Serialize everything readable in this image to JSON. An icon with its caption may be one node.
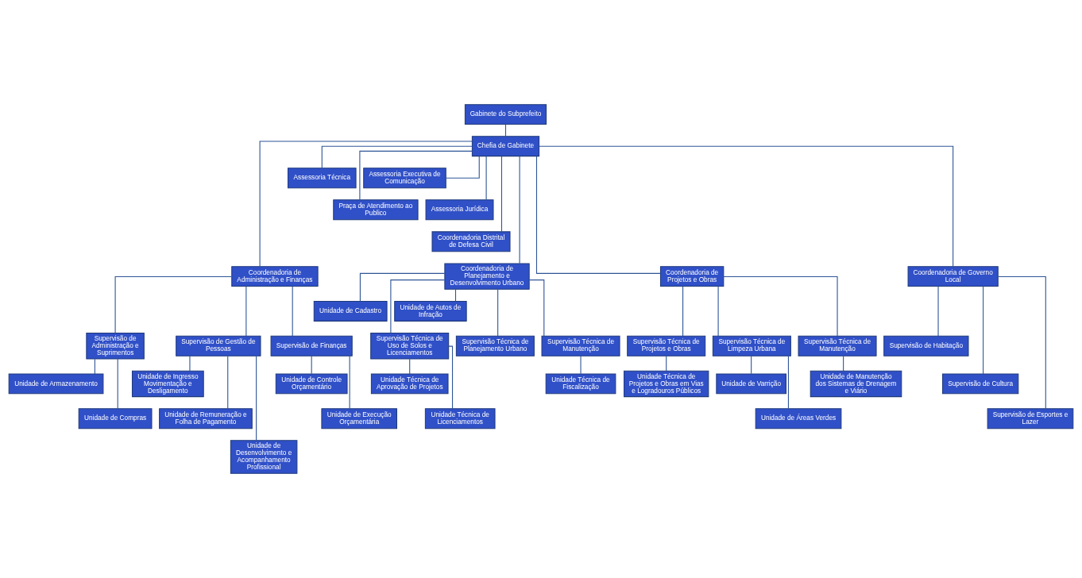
{
  "diagram": {
    "nodes": [
      {
        "text": [
          "Gabinete do Subprefeito"
        ]
      },
      {
        "text": [
          "Chefia de Gabinete"
        ]
      },
      {
        "text": [
          "Assessoria Técnica"
        ]
      },
      {
        "text": [
          "Assessoria Executiva de Comunicação"
        ]
      },
      {
        "text": [
          "Praça de Atendimento ao Publico"
        ]
      },
      {
        "text": [
          "Assessoria Jurídica"
        ]
      },
      {
        "text": [
          "Coordenadoria Distrital de Defesa Civil"
        ]
      },
      {
        "text": [
          "Coordenadoria de Administração e Finanças"
        ]
      },
      {
        "text": [
          "Coordenadoria de Planejamento e Desenvolvimento Urbano"
        ]
      },
      {
        "text": [
          "Coordenadoria de Projetos e Obras"
        ]
      },
      {
        "text": [
          "Coordenadoria de Governo Local"
        ]
      },
      {
        "text": [
          "Unidade de Cadastro"
        ]
      },
      {
        "text": [
          "Unidade de Autos de Infração"
        ]
      },
      {
        "text": [
          "Supervisão de Administração e Suprimentos"
        ]
      },
      {
        "text": [
          "Supervisão de Gestão de Pessoas"
        ]
      },
      {
        "text": [
          "Supervisão de Finanças"
        ]
      },
      {
        "text": [
          "Supervisão Técnica de Uso de Solos e Licenciamentos"
        ]
      },
      {
        "text": [
          "Supervisão Técnica de Planejamento Urbano"
        ]
      },
      {
        "text": [
          "Supervisão Técnica de Manutenção"
        ]
      },
      {
        "text": [
          "Supervisão Técnica de Projetos e Obras"
        ]
      },
      {
        "text": [
          "Supervisão Técnica de Limpeza Urbana"
        ]
      },
      {
        "text": [
          "Supervisão Técnica de Manutenção"
        ]
      },
      {
        "text": [
          "Supervisão de Habitação"
        ]
      },
      {
        "text": [
          "Unidade de Armazenamento"
        ]
      },
      {
        "text": [
          "Unidade de Ingresso Movimentação e Desligamento"
        ]
      },
      {
        "text": [
          "Unidade de Controle Orçamentário"
        ]
      },
      {
        "text": [
          "Unidade Técnica de Projetos e Obras em Vias e Logradouros Públicos"
        ]
      },
      {
        "text": [
          "Unidade de Varrição"
        ]
      },
      {
        "text": [
          "Unidade de Manutenção dos Sistemas de Drenagem e Viário"
        ]
      },
      {
        "text": [
          "Supervisão de Cultura"
        ]
      },
      {
        "text": [
          "Unidade de Compras"
        ]
      },
      {
        "text": [
          "Unidade de Remuneração e Folha de Pagamento"
        ]
      },
      {
        "text": [
          "Unidade de Execução Orçamentária"
        ]
      },
      {
        "text": [
          "Unidade Técnica de Aprovação de Projetos"
        ]
      },
      {
        "text": [
          "Unidade Técnica de Fiscalização"
        ]
      },
      {
        "text": [
          "Unidade de Áreas Verdes"
        ]
      },
      {
        "text": [
          "Supervisão de Esportes e Lazer"
        ]
      },
      {
        "text": [
          "Unidade de Desenvolvimento e Acompanhamento Profissional"
        ]
      },
      {
        "text": [
          "Unidade Técnica de Licenciamentos"
        ]
      }
    ],
    "edges": [
      {
        "from": 0,
        "to": 1,
        "arrow": "none"
      },
      {
        "from": 1,
        "to": 2,
        "arrow": "none"
      },
      {
        "from": 1,
        "to": 3,
        "arrow": "none"
      },
      {
        "from": 1,
        "to": 4,
        "arrow": "none"
      },
      {
        "from": 1,
        "to": 5,
        "arrow": "none"
      },
      {
        "from": 1,
        "to": 6,
        "arrow": "none"
      },
      {
        "from": 1,
        "to": 7,
        "arrow": "none"
      },
      {
        "from": 1,
        "to": 8,
        "arrow": "none"
      },
      {
        "from": 1,
        "to": 9,
        "arrow": "none"
      },
      {
        "from": 1,
        "to": 10,
        "arrow": "none"
      },
      {
        "from": 8,
        "to": 11,
        "arrow": "none"
      },
      {
        "from": 8,
        "to": 12,
        "arrow": "none"
      },
      {
        "from": 7,
        "to": 13,
        "arrow": "none"
      },
      {
        "from": 7,
        "to": 14,
        "arrow": "none"
      },
      {
        "from": 7,
        "to": 15,
        "arrow": "none"
      },
      {
        "from": 8,
        "to": 16,
        "arrow": "none"
      },
      {
        "from": 8,
        "to": 17,
        "arrow": "none"
      },
      {
        "from": 8,
        "to": 18,
        "arrow": "none"
      },
      {
        "from": 9,
        "to": 19,
        "arrow": "none"
      },
      {
        "from": 9,
        "to": 20,
        "arrow": "none"
      },
      {
        "from": 9,
        "to": 21,
        "arrow": "none"
      },
      {
        "from": 10,
        "to": 22,
        "arrow": "none"
      },
      {
        "from": 10,
        "to": 29,
        "arrow": "none"
      },
      {
        "from": 10,
        "to": 36,
        "arrow": "none"
      },
      {
        "from": 13,
        "to": 23,
        "arrow": "none"
      },
      {
        "from": 13,
        "to": 30,
        "arrow": "none"
      },
      {
        "from": 14,
        "to": 24,
        "arrow": "none"
      },
      {
        "from": 14,
        "to": 31,
        "arrow": "none"
      },
      {
        "from": 14,
        "to": 37,
        "arrow": "none"
      },
      {
        "from": 15,
        "to": 25,
        "arrow": "none"
      },
      {
        "from": 15,
        "to": 32,
        "arrow": "none"
      },
      {
        "from": 16,
        "to": 33,
        "arrow": "none"
      },
      {
        "from": 16,
        "to": 38,
        "arrow": "none"
      },
      {
        "from": 18,
        "to": 34,
        "arrow": "none"
      },
      {
        "from": 19,
        "to": 26,
        "arrow": "none"
      },
      {
        "from": 20,
        "to": 27,
        "arrow": "none"
      },
      {
        "from": 20,
        "to": 35,
        "arrow": "none"
      },
      {
        "from": 21,
        "to": 28,
        "arrow": "none"
      }
    ]
  }
}
